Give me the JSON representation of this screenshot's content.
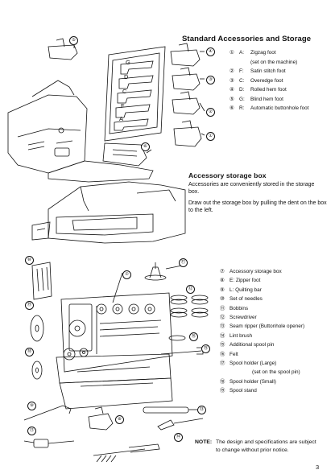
{
  "header": {
    "title": "Standard Accessories and Storage"
  },
  "feet": [
    {
      "num": "①",
      "letter": "A:",
      "label": "Zigzag foot"
    },
    {
      "num": "",
      "letter": "",
      "label": "(set on the machine)"
    },
    {
      "num": "②",
      "letter": "F:",
      "label": "Satin stitch foot"
    },
    {
      "num": "③",
      "letter": "C:",
      "label": "Overedge foot"
    },
    {
      "num": "④",
      "letter": "D:",
      "label": "Rolled hem foot"
    },
    {
      "num": "⑤",
      "letter": "G:",
      "label": "Blind hem foot"
    },
    {
      "num": "⑥",
      "letter": "R:",
      "label": "Automatic buttonhole foot"
    }
  ],
  "storage": {
    "title": "Accessory storage box",
    "para1": "Accessories are conveniently stored in the storage box.",
    "para2": "Draw out the storage box by pulling the dent on the box to the left."
  },
  "accessories": [
    {
      "num": "⑦",
      "label": "Accessory storage box"
    },
    {
      "num": "⑧",
      "label": "E: Zipper foot"
    },
    {
      "num": "⑨",
      "label": "L: Quilting bar"
    },
    {
      "num": "⑩",
      "label": "Set of needles"
    },
    {
      "num": "⑪",
      "label": "Bobbins"
    },
    {
      "num": "⑫",
      "label": "Screwdriver"
    },
    {
      "num": "⑬",
      "label": "Seam ripper (Buttonhole opener)"
    },
    {
      "num": "⑭",
      "label": "Lint brush"
    },
    {
      "num": "⑮",
      "label": "Additional spool pin"
    },
    {
      "num": "⑯",
      "label": "Felt"
    },
    {
      "num": "⑰",
      "label": "Spool holder (Large)"
    },
    {
      "num": "",
      "label": "(set on the spool pin)"
    },
    {
      "num": "⑱",
      "label": "Spool holder (Small)"
    },
    {
      "num": "⑲",
      "label": "Spool stand"
    }
  ],
  "tray_letters": [
    "G",
    "D",
    "C",
    "F",
    "A"
  ],
  "callouts": {
    "c5_top": "⑤",
    "c4": "④",
    "c3": "③",
    "c2": "②",
    "c1": "①",
    "c6": "⑥",
    "c10": "⑩",
    "c7a": "⑦",
    "c17": "⑰",
    "c12": "⑫",
    "c19": "⑲",
    "c16": "⑯",
    "c18": "⑱",
    "c15": "⑮",
    "c9": "⑨",
    "c8": "⑧",
    "c13": "⑬",
    "c11": "⑪",
    "c14": "⑭"
  },
  "note": {
    "label": "NOTE:",
    "line1": "The design and specifications are subject",
    "line2": "to change without prior notice."
  },
  "page_number": "3"
}
